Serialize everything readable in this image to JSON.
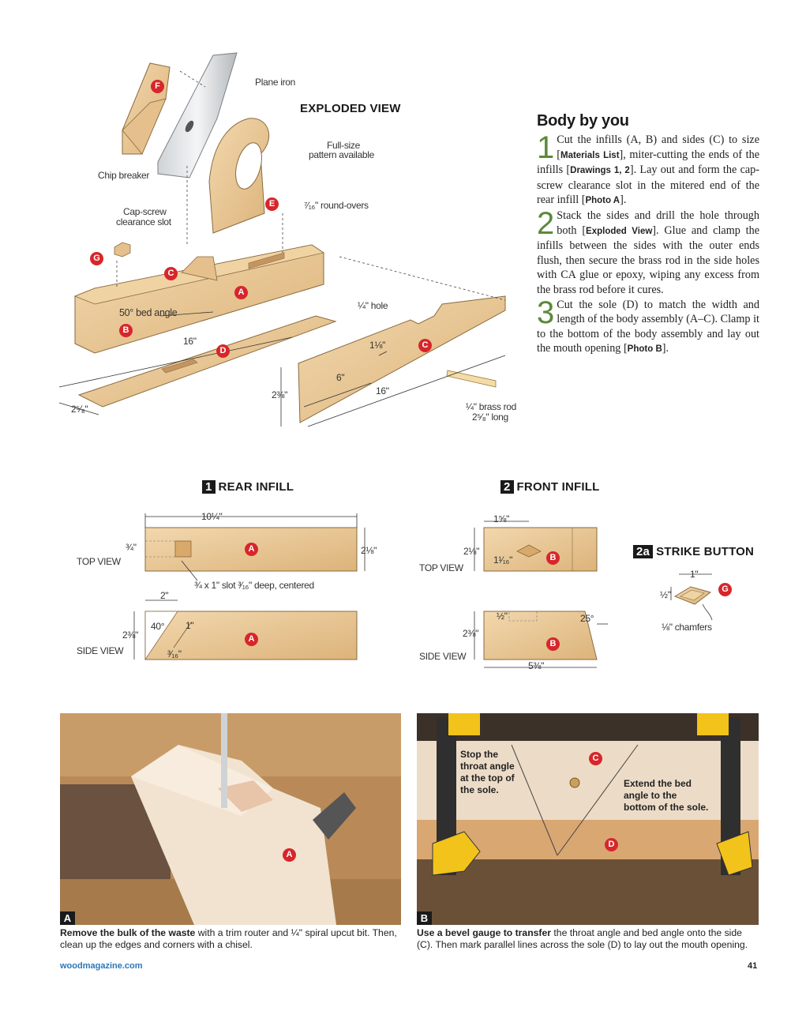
{
  "exploded": {
    "title": "EXPLODED VIEW",
    "labels": {
      "plane_iron": "Plane iron",
      "chip_breaker": "Chip breaker",
      "full_size_1": "Full-size",
      "full_size_2": "pattern available",
      "roundovers": "⁷⁄₁₆\" round-overs",
      "capscrew_1": "Cap-screw",
      "capscrew_2": "clearance slot",
      "bed_angle": "50° bed angle",
      "dim_16_a": "16\"",
      "dim_2_5_8_a": "2⁵⁄₈\"",
      "hole": "¼\" hole",
      "dim_1_1_8": "1⅛\"",
      "dim_6": "6\"",
      "dim_2_3_8": "2⅜\"",
      "dim_16_b": "16\"",
      "rod_1": "¼\" brass rod",
      "rod_2": "2⁵⁄₈\" long"
    },
    "badges": [
      "F",
      "E",
      "G",
      "C",
      "A",
      "B",
      "D",
      "C"
    ]
  },
  "article": {
    "title": "Body by you",
    "steps": [
      {
        "num": "1",
        "t1": "Cut the infills (A, B) and sides (C) to size [",
        "r1": "Materials List",
        "t2": "], miter-cutting the ends of the infills [",
        "r2": "Drawings 1, 2",
        "t3": "]. Lay out and form the cap-screw clearance slot in the mitered end of the rear infill [",
        "r3": "Photo A",
        "t4": "]."
      },
      {
        "num": "2",
        "t1": "Stack the sides and drill the hole through both [",
        "r1": "Exploded View",
        "t2": "]. Glue and clamp the infills between the sides with the outer ends flush, then secure the brass rod in the side holes with CA glue or epoxy, wiping any excess from the brass rod before it cures."
      },
      {
        "num": "3",
        "t1": "Cut the sole (D) to match the width and length of the body assembly (A–C). Clamp it to the bottom of the body assembly and lay out the mouth opening [",
        "r1": "Photo B",
        "t2": "]."
      }
    ]
  },
  "drawing1": {
    "num": "1",
    "title": "REAR INFILL",
    "top_view": "TOP VIEW",
    "side_view": "SIDE VIEW",
    "dim_length": "10¼\"",
    "dim_3_4": "¾\"",
    "dim_width": "2⅛\"",
    "slot_note": "¾ x 1\" slot ³⁄₁₆\" deep, centered",
    "dim_2": "2\"",
    "dim_40": "40°",
    "dim_1": "1\"",
    "dim_height": "2⅜\"",
    "dim_3_16": "³⁄₁₆\"",
    "badge_top": "A",
    "badge_side": "A"
  },
  "drawing2": {
    "num": "2",
    "title": "FRONT INFILL",
    "top_view": "TOP VIEW",
    "side_view": "SIDE VIEW",
    "dim_1_5_8": "1⅝\"",
    "dim_2_1_8": "2⅛\"",
    "dim_1_1_16": "1¹⁄₁₆\"",
    "dim_1_2": "½\"",
    "dim_25": "25°",
    "dim_2_3_8": "2⅜\"",
    "dim_5_3_8": "5⅜\"",
    "badge_top": "B",
    "badge_side": "B"
  },
  "drawing2a": {
    "num": "2a",
    "title": "STRIKE BUTTON",
    "dim_1": "1\"",
    "dim_1_2": "½\"",
    "chamfers": "⅛\" chamfers",
    "badge": "G"
  },
  "photoA": {
    "tag": "A",
    "badge": "A",
    "caption_bold": "Remove the bulk of the waste",
    "caption_rest": " with a trim router and ¼\" spiral upcut bit. Then, clean up the edges and corners with a chisel."
  },
  "photoB": {
    "tag": "B",
    "callout_left": "Stop the throat angle at the top of the sole.",
    "callout_right": "Extend the bed angle to the bottom of the sole.",
    "badge_c": "C",
    "badge_d": "D",
    "caption_bold": "Use a bevel gauge to transfer",
    "caption_rest": " the throat angle and bed angle onto the side (C). Then mark parallel lines across the sole (D) to lay out the mouth opening."
  },
  "footer": {
    "site": "woodmagazine.com",
    "page": "41"
  },
  "colors": {
    "wood": "#e9c99a",
    "wood_dark": "#cfa46b",
    "badge": "#d7262b",
    "step_number": "#5b8a3a",
    "site_link": "#2a77b8"
  }
}
